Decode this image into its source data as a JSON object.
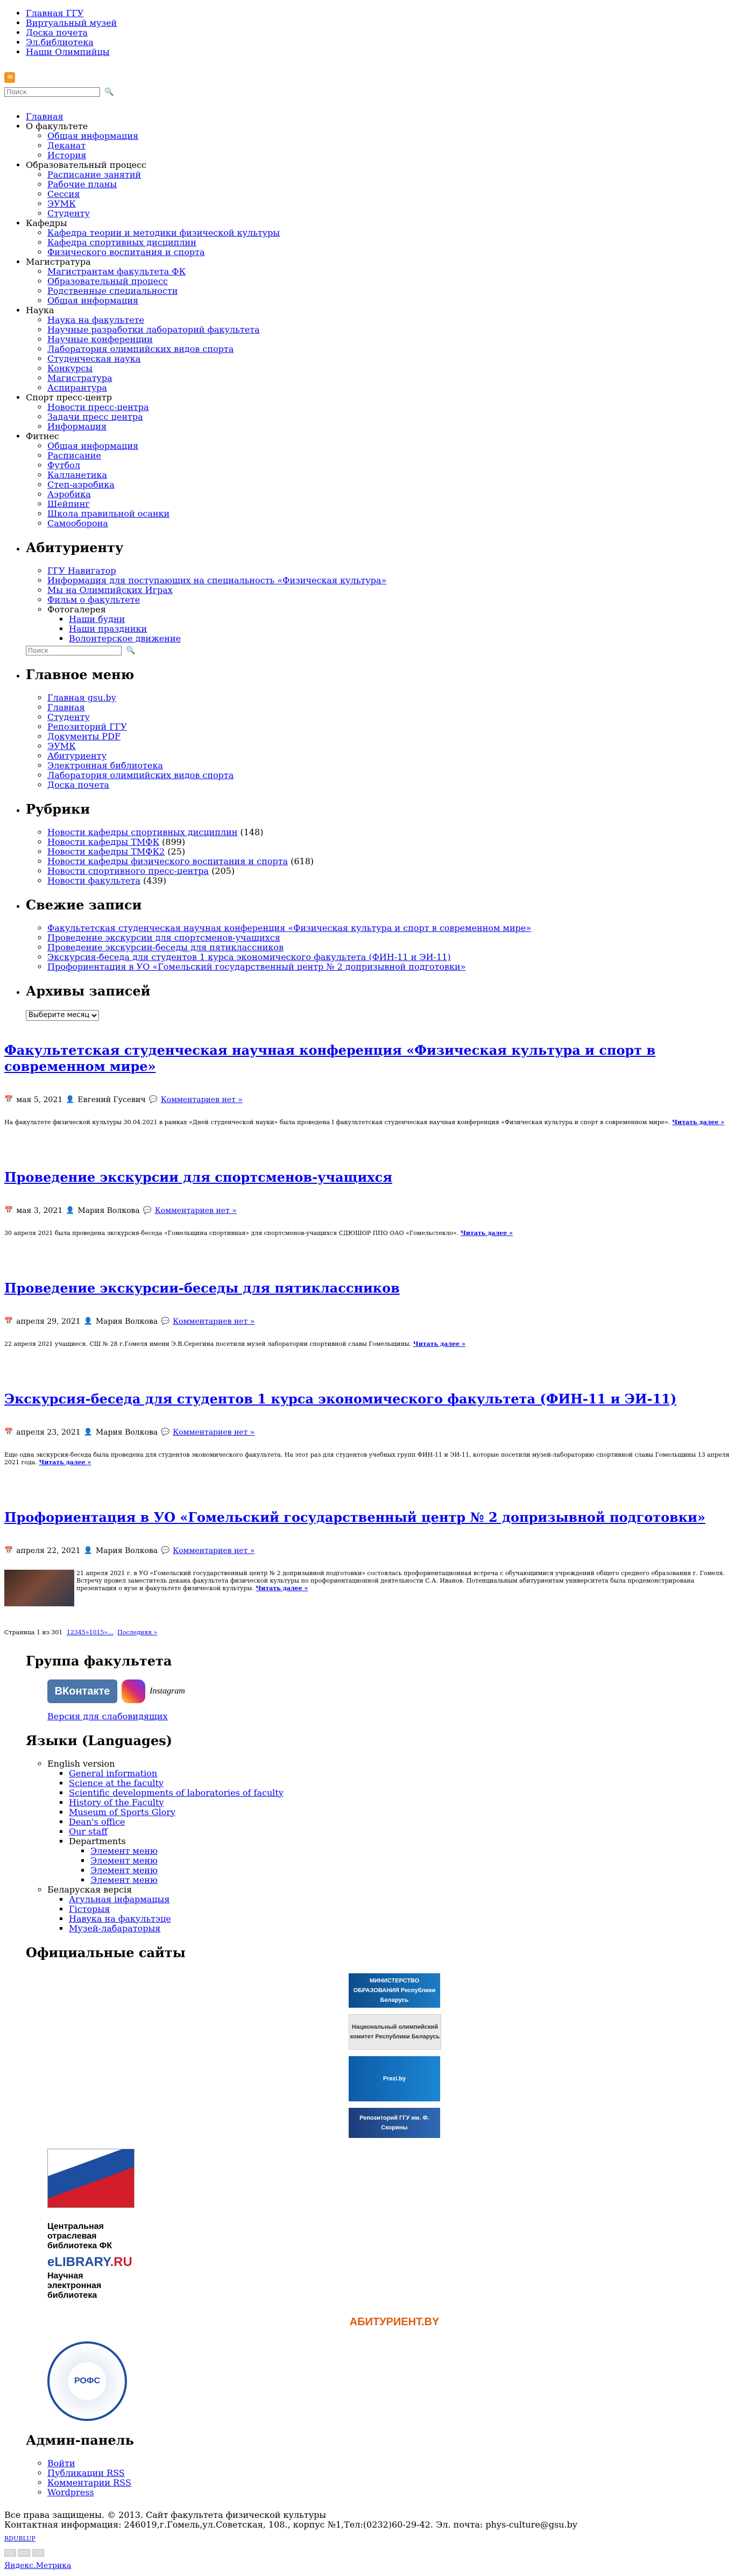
{
  "top_links": [
    "Главная ГГУ",
    "Виртуальный музей",
    "Доска почета",
    "Эл.библиотека",
    "Наши Олимпийцы"
  ],
  "search": {
    "placeholder": "Поиск"
  },
  "main_menu": [
    {
      "label": "Главная",
      "link": true,
      "children": []
    },
    {
      "label": "О факультете",
      "link": false,
      "children": [
        "Общая информация",
        "Деканат",
        "История"
      ]
    },
    {
      "label": "Образовательный процесс",
      "link": false,
      "children": [
        "Расписание занятий",
        "Рабочие планы",
        "Сессия",
        "ЭУМК",
        "Студенту"
      ]
    },
    {
      "label": "Кафедры",
      "link": false,
      "children": [
        "Кафедра теории и методики физической культуры",
        "Кафедра спортивных дисциплин",
        "Физического воспитания и спорта"
      ]
    },
    {
      "label": "Магистратура",
      "link": false,
      "children": [
        "Магистрантам факультета ФК",
        "Образовательный процесс",
        "Родственные специальности",
        "Общая информация"
      ]
    },
    {
      "label": "Наука",
      "link": false,
      "children": [
        "Наука на факультете",
        "Научные разработки лабораторий факультета",
        "Научные конференции",
        "Лаборатория олимпийских видов спорта",
        "Студенческая наука",
        "Конкурсы",
        "Магистратура",
        "Аспирантура"
      ]
    },
    {
      "label": "Спорт пресс-центр",
      "link": false,
      "children": [
        "Новости пресс-центра",
        "Задачи пресс центра",
        "Информация"
      ]
    },
    {
      "label": "Фитнес",
      "link": false,
      "children": [
        "Общая информация",
        "Расписание",
        "Футбол",
        "Калланетика",
        "Степ-аэробика",
        "Аэробика",
        "Шейпинг",
        "Школа правильной осанки",
        "Самооборона"
      ]
    }
  ],
  "abiturient": {
    "title": "Абитуриенту",
    "items": [
      "ГГУ Навигатор",
      "Информация для поступающих на специальность «Физическая культура»",
      "Мы на Олимпийских Играх",
      "Фильм о факультете"
    ],
    "photo_label": "Фотогалерея",
    "photo_items": [
      "Наши будни",
      "Наши праздники",
      "Волонтерское движение"
    ],
    "search_placeholder": "Поиск"
  },
  "main_menu_widget": {
    "title": "Главное меню",
    "items": [
      "Главная gsu.by",
      "Главная",
      "Студенту",
      "Репозиторий ГГУ",
      "Документы PDF",
      "ЭУМК",
      "Абитуриенту",
      "Электронная библиотека",
      "Лаборатория олимпийских видов спорта",
      "Доска почета"
    ]
  },
  "rubrics": {
    "title": "Рубрики",
    "items": [
      {
        "name": "Новости кафедры спортивных дисциплин",
        "count": "(148)"
      },
      {
        "name": "Новости кафедры ТМФК",
        "count": "(899)"
      },
      {
        "name": "Новости кафедры ТМФК2",
        "count": "(25)"
      },
      {
        "name": "Новости кафедры физического воспитания и спорта",
        "count": "(618)"
      },
      {
        "name": "Новости спортивного пресс-центра",
        "count": "(205)"
      },
      {
        "name": "Новости факультета",
        "count": "(439)"
      }
    ]
  },
  "recent": {
    "title": "Свежие записи",
    "items": [
      "Факультетская студенческая научная конференция «Физическая культура и спорт в современном мире»",
      "Проведение экскурсии для спортсменов-учащихся",
      "Проведение экскурсии-беседы для пятиклассников",
      "Экскурсия-беседа для студентов 1 курса экономического факультета (ФИН-11 и ЭИ-11)",
      "Профориентация в УО «Гомельский государственный центр № 2 допризывной подготовки»"
    ]
  },
  "archives": {
    "title": "Архивы записей",
    "select_label": "Выберите месяц"
  },
  "posts": [
    {
      "title": "Факультетская студенческая научная конференция «Физическая культура и спорт в современном мире»",
      "date": "мая 5, 2021",
      "author": "Евгений Гусевич",
      "comments": "Комментариев нет »",
      "excerpt": "На факультете физической культуры 30.04.2021 в рамках «Дней студенческой науки» была проведена I факультетская студенческая научная конференция «Физическая культура и спорт в современном мире».",
      "more": "Читать далее »",
      "thumb": false
    },
    {
      "title": "Проведение экскурсии для спортсменов-учащихся",
      "date": "мая 3, 2021",
      "author": "Мария Волкова",
      "comments": "Комментариев нет »",
      "excerpt": "30 апреля 2021 была проведена экскурсия-беседа «Гомельщина спортивная» для спортсменов-учащихся СДЮШОР ППО ОАО «Гомельстекло».",
      "more": "Читать далее »",
      "thumb": false
    },
    {
      "title": "Проведение экскурсии-беседы для пятиклассников",
      "date": "апреля 29, 2021",
      "author": "Мария Волкова",
      "comments": "Комментариев нет »",
      "excerpt": "22 апреля 2021 учащиеся. СШ № 28 г.Гомеля имени Э.В.Серегина посетили музей лаборатории спортивной славы Гомельщины.",
      "more": "Читать далее »",
      "thumb": false
    },
    {
      "title": "Экскурсия-беседа для студентов 1 курса экономического факультета (ФИН-11 и ЭИ-11)",
      "date": "апреля 23, 2021",
      "author": "Мария Волкова",
      "comments": "Комментариев нет »",
      "excerpt": "Еще одна экскурсия-беседа была проведена для студентов экономического факультета. На этот раз для студентов учебных групп ФИН-11 и ЭИ-11, которые посетили музей-лабораторию спортивной славы Гомельщины 13 апреля 2021 года.",
      "more": "Читать далее »",
      "thumb": false
    },
    {
      "title": "Профориентация в УО «Гомельский государственный центр № 2 допризывной подготовки»",
      "date": "апреля 22, 2021",
      "author": "Мария Волкова",
      "comments": "Комментариев нет »",
      "excerpt": "21 апреля 2021 г. в УО «Гомельский государственный центр № 2 допризывной подготовки» состоялась профориентационная встреча с обучающимися учреждений общего среднего образования г. Гомеля. Встречу провел заместитель декана факультета физической культуры по профориентационной деятельности С.А. Иванов. Потенциальным абитуриентам университета была продемонстрирована презентация о вузе и факультете физической культуры.",
      "more": "Читать далее »",
      "thumb": true
    }
  ],
  "pagination": {
    "text": "Страница 1 из 301",
    "next": "12345»1015»...",
    "last": "Последняя »"
  },
  "group": {
    "title": "Группа факультета",
    "vk_label": "ВКонтакте",
    "ig_label": "Instagram",
    "mobile_link": "Версия для слабовидящих"
  },
  "languages": {
    "title": "Языки (Languages)",
    "english_label": "English version",
    "english_items": [
      "General information",
      "Science at the faculty",
      "Scientific developments of laboratories of faculty",
      "History of the Faculty",
      "Museum of Sports Glory",
      "Dean's office",
      "Our staff"
    ],
    "departments_label": "Departments",
    "department_items": [
      "Элемент меню",
      "Элемент меню",
      "Элемент меню",
      "Элемент меню"
    ],
    "belarus_label": "Беларуская версія",
    "belarus_items": [
      "Агульная інфармацыя",
      "Гісторыя",
      "Навука на факультэце",
      "Музей-лабараторыя"
    ]
  },
  "official": {
    "title": "Официальные сайты",
    "banners": [
      "МИНИСТЕРСТВО ОБРАЗОВАНИЯ Республики Беларусь",
      "Национальный олимпийский комитет Республики Беларусь",
      "Prezi.by",
      "Репозиторий ГГУ им. Ф. Скорины"
    ],
    "library_caption": "Центральная отраслевая библиотека ФК",
    "elibrary_a": "eLIBRARY",
    "elibrary_b": ".RU",
    "elibrary_caption": "Научная электронная библиотека",
    "abit_banner": "АБИТУРИЕНТ.BY",
    "rofs_label": "РОФС"
  },
  "admin": {
    "title": "Админ-панель",
    "items": [
      "Войти",
      "Публикации RSS",
      "Комментарии RSS",
      "Wordpress"
    ]
  },
  "footer": {
    "rights": "Все права защищены. © 2013. Сайт факультета физической культуры",
    "contacts": "Контактная информация: 246019,г.Гомель,ул.Советская, 108., корпус №1,Тел:(0232)60-29-42. Эл. почта: phys-culture@gsu.by",
    "small": "RDUBLUP",
    "metrika": "Яндекс.Метрика"
  }
}
